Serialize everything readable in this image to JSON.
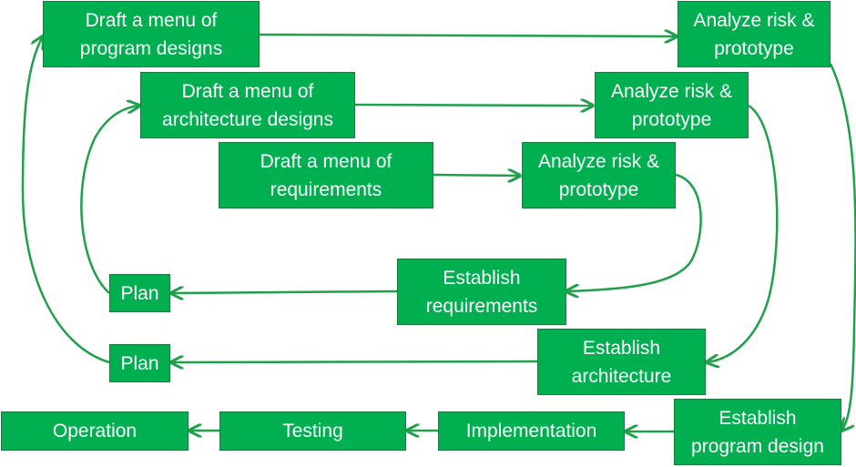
{
  "boxes": {
    "draft_program": "Draft a menu of\nprogram designs",
    "draft_architecture": "Draft a menu of\narchitecture designs",
    "draft_requirements": "Draft a menu of\nrequirements",
    "analyze_1": "Analyze risk &\nprototype",
    "analyze_2": "Analyze risk &\nprototype",
    "analyze_3": "Analyze risk &\nprototype",
    "establish_requirements": "Establish\nrequirements",
    "establish_architecture": "Establish\narchitecture",
    "establish_program_design": "Establish\nprogram design",
    "plan_1": "Plan",
    "plan_2": "Plan",
    "operation": "Operation",
    "testing": "Testing",
    "implementation": "Implementation"
  },
  "colors": {
    "box_fill": "#00b050",
    "box_border": "#1a7a3c",
    "arrow": "#1fa04a",
    "text": "#ffffff"
  }
}
